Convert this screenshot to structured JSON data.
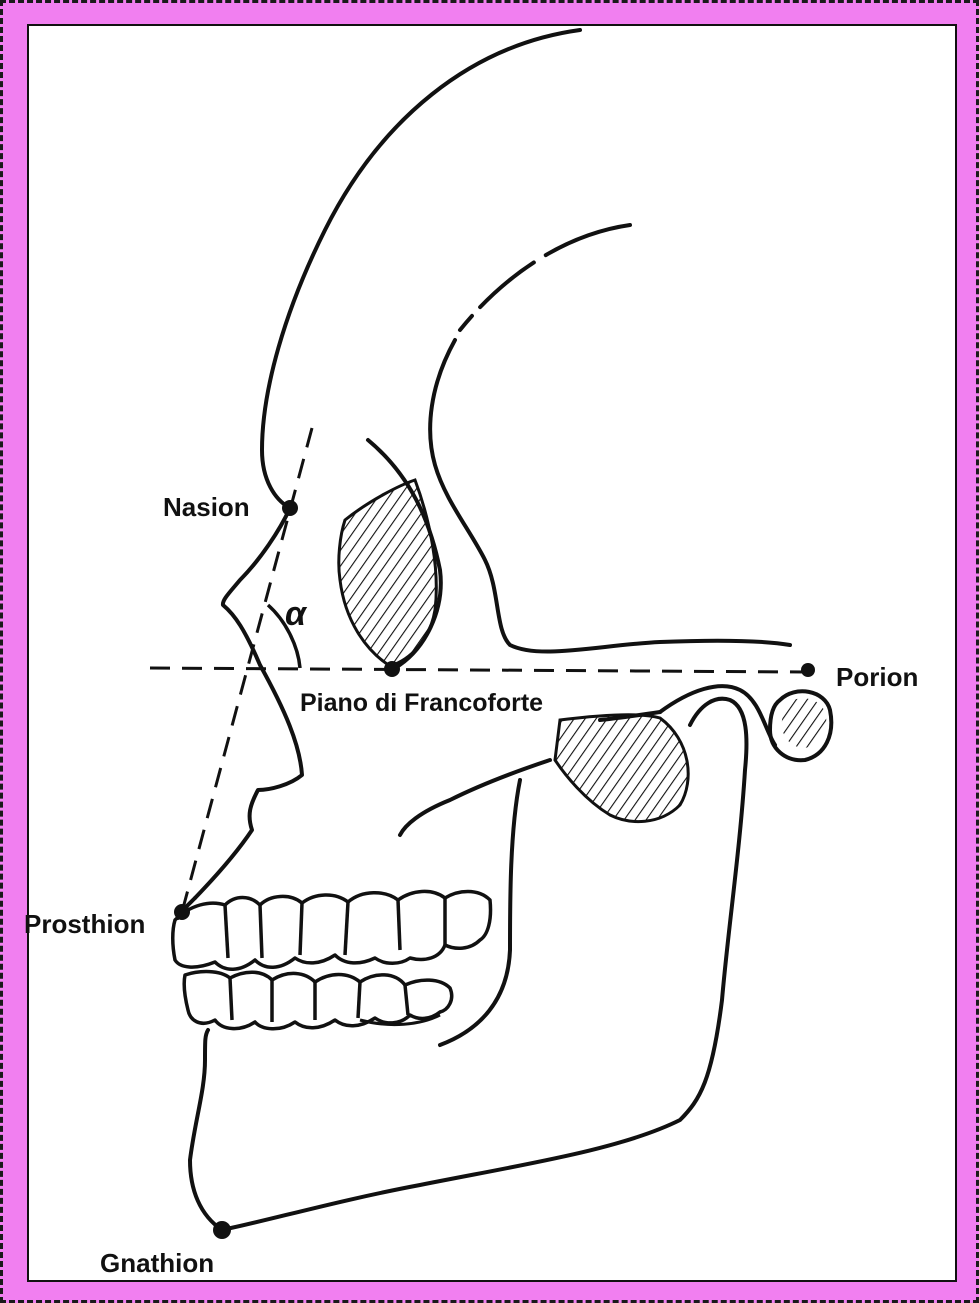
{
  "diagram": {
    "landmarks": {
      "nasion": "Nasion",
      "porion": "Porion",
      "prosthion": "Prosthion",
      "gnathion": "Gnathion"
    },
    "plane_label": "Piano di Francoforte",
    "angle_symbol": "α"
  },
  "colors": {
    "frame": "#f17ff0",
    "ink": "#111111",
    "background": "#ffffff"
  }
}
